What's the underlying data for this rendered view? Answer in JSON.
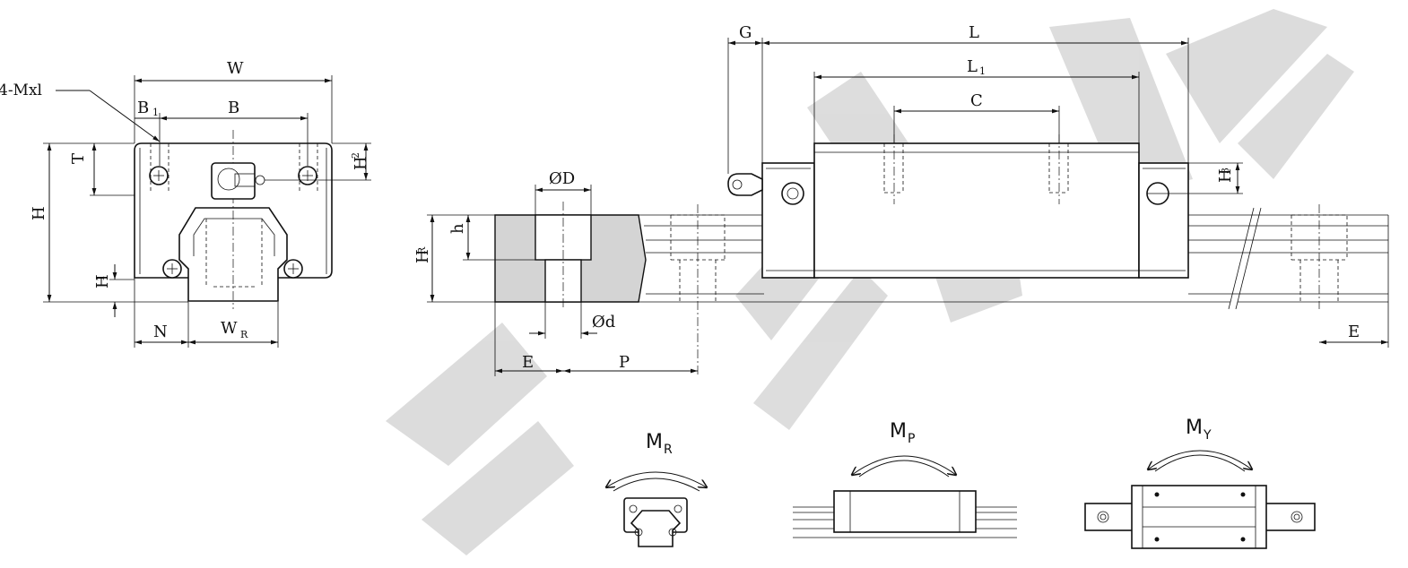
{
  "watermark": {
    "color": "#d9d9d9"
  },
  "front_view": {
    "labels": {
      "mount": "4-Mxl",
      "W": "W",
      "B1_main": "B",
      "B1_sub": "1",
      "B": "B",
      "T": "T",
      "H2_main": "H",
      "H2_sub": "2",
      "H": "H",
      "H1_main": "H",
      "H1_sub": "1",
      "N": "N",
      "WR_main": "W",
      "WR_sub": "R"
    }
  },
  "rail_section": {
    "labels": {
      "D": "ØD",
      "d": "Ød",
      "h": "h",
      "HR_main": "H",
      "HR_sub": "R",
      "E": "E",
      "P": "P"
    },
    "fill_color": "#d4d4d4"
  },
  "side_view": {
    "labels": {
      "G": "G",
      "L": "L",
      "L1_main": "L",
      "L1_sub": "1",
      "C": "C",
      "H3_main": "H",
      "H3_sub": "3",
      "E": "E"
    }
  },
  "moments": {
    "MR_main": "M",
    "MR_sub": "R",
    "MP_main": "M",
    "MP_sub": "P",
    "MY_main": "M",
    "MY_sub": "Y"
  }
}
